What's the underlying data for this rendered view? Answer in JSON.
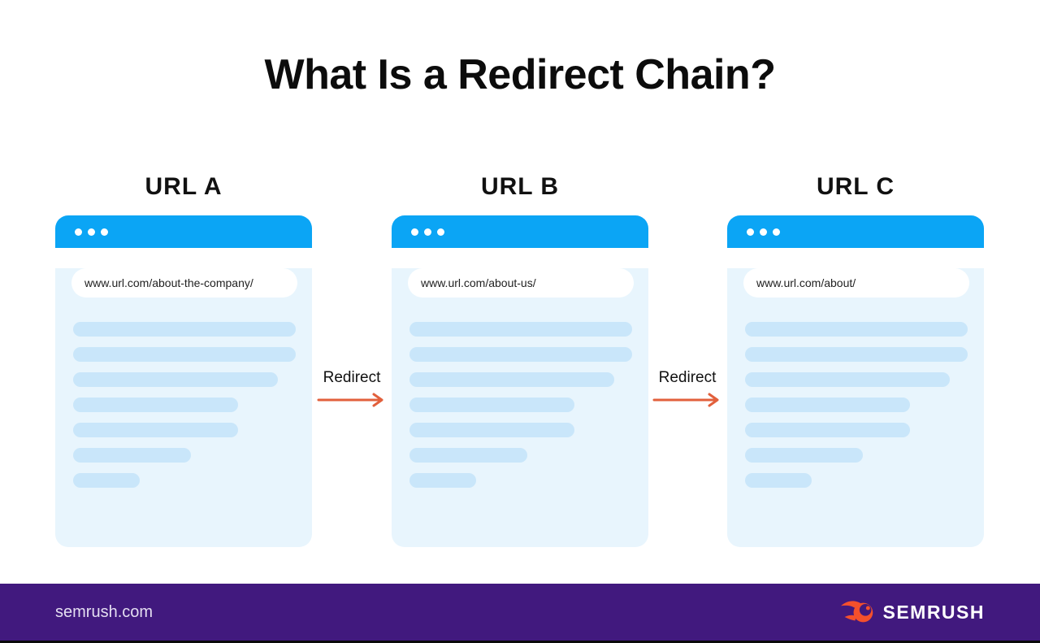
{
  "title": "What Is a Redirect Chain?",
  "diagram": {
    "browsers": [
      {
        "label": "URL A",
        "url": "www.url.com/about-the-company/",
        "skeleton_widths": [
          100,
          100,
          92,
          74,
          74,
          53,
          30
        ]
      },
      {
        "label": "URL B",
        "url": "www.url.com/about-us/",
        "skeleton_widths": [
          100,
          100,
          92,
          74,
          74,
          53,
          30
        ]
      },
      {
        "label": "URL C",
        "url": "www.url.com/about/",
        "skeleton_widths": [
          100,
          100,
          92,
          74,
          74,
          53,
          30
        ]
      }
    ],
    "arrows": [
      {
        "label": "Redirect"
      },
      {
        "label": "Redirect"
      }
    ],
    "window_controls": "three-dots"
  },
  "footer": {
    "site_url": "semrush.com",
    "brand_name": "SEMRUSH",
    "brand_icon": "semrush-comet-icon"
  },
  "colors": {
    "browser_header_blue": "#0ba5f5",
    "browser_body_blue": "#e8f5fd",
    "skeleton_blue": "#c9e6fa",
    "arrow_orange": "#e2603c",
    "footer_purple": "#41197e",
    "logo_orange": "#f4502c",
    "title_black": "#0c0c0c"
  }
}
